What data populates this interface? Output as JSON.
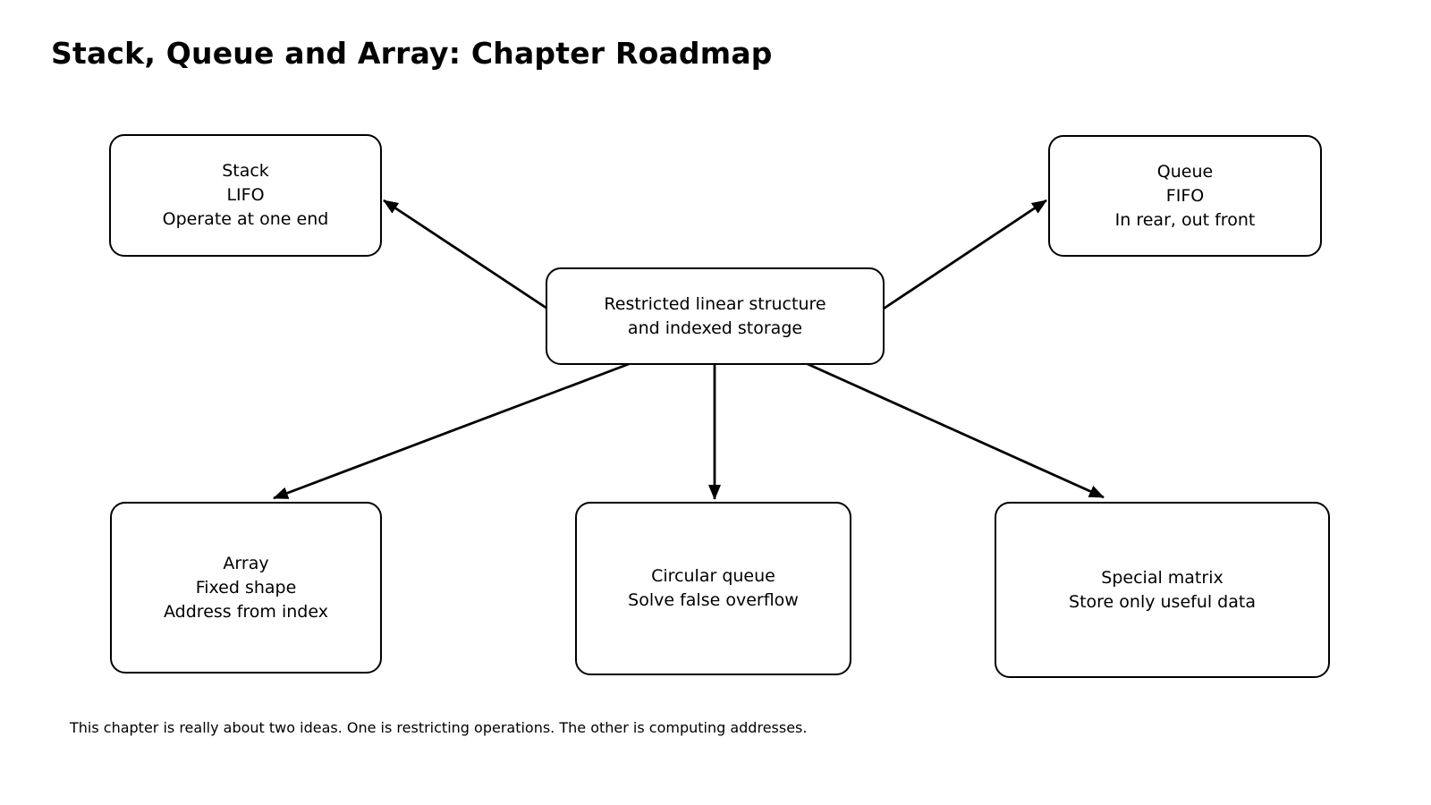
{
  "title": "Stack, Queue and Array: Chapter Roadmap",
  "caption": "This chapter is really about two ideas. One is restricting operations. The other is computing addresses.",
  "colors": {
    "background": "#ffffff",
    "box_fill": "#ffffff",
    "line": "#000000",
    "text": "#000000"
  },
  "nodes": {
    "center": {
      "lines": [
        "Restricted linear structure",
        "and indexed storage"
      ]
    },
    "stack": {
      "lines": [
        "Stack",
        "LIFO",
        "Operate at one end"
      ]
    },
    "queue": {
      "lines": [
        "Queue",
        "FIFO",
        "In rear, out front"
      ]
    },
    "array": {
      "lines": [
        "Array",
        "Fixed shape",
        "Address from index"
      ]
    },
    "circular_queue": {
      "lines": [
        "Circular queue",
        "Solve false overflow"
      ]
    },
    "special_matrix": {
      "lines": [
        "Special matrix",
        "Store only useful data"
      ]
    }
  },
  "edges": [
    {
      "from": "center",
      "to": "stack"
    },
    {
      "from": "center",
      "to": "queue"
    },
    {
      "from": "center",
      "to": "array"
    },
    {
      "from": "center",
      "to": "circular_queue"
    },
    {
      "from": "center",
      "to": "special_matrix"
    }
  ]
}
